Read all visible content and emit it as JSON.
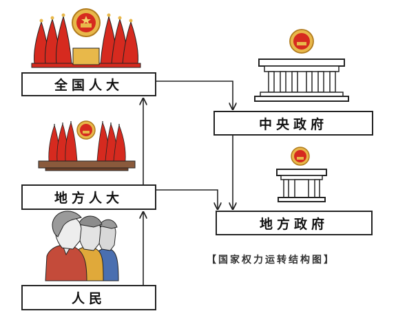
{
  "nodes": {
    "npc": "全国人大",
    "local_pc": "地方人大",
    "people": "人民",
    "central_gov": "中央政府",
    "local_gov": "地方政府"
  },
  "caption": "【国家权力运转结构图】",
  "colors": {
    "flag_red": "#d62a1f",
    "emblem_gold": "#e8b84a",
    "table_brown": "#8a5a3c",
    "line": "#222222"
  },
  "icons": [
    "flags-icon",
    "national-emblem-icon",
    "government-building-icon",
    "people-icon"
  ]
}
